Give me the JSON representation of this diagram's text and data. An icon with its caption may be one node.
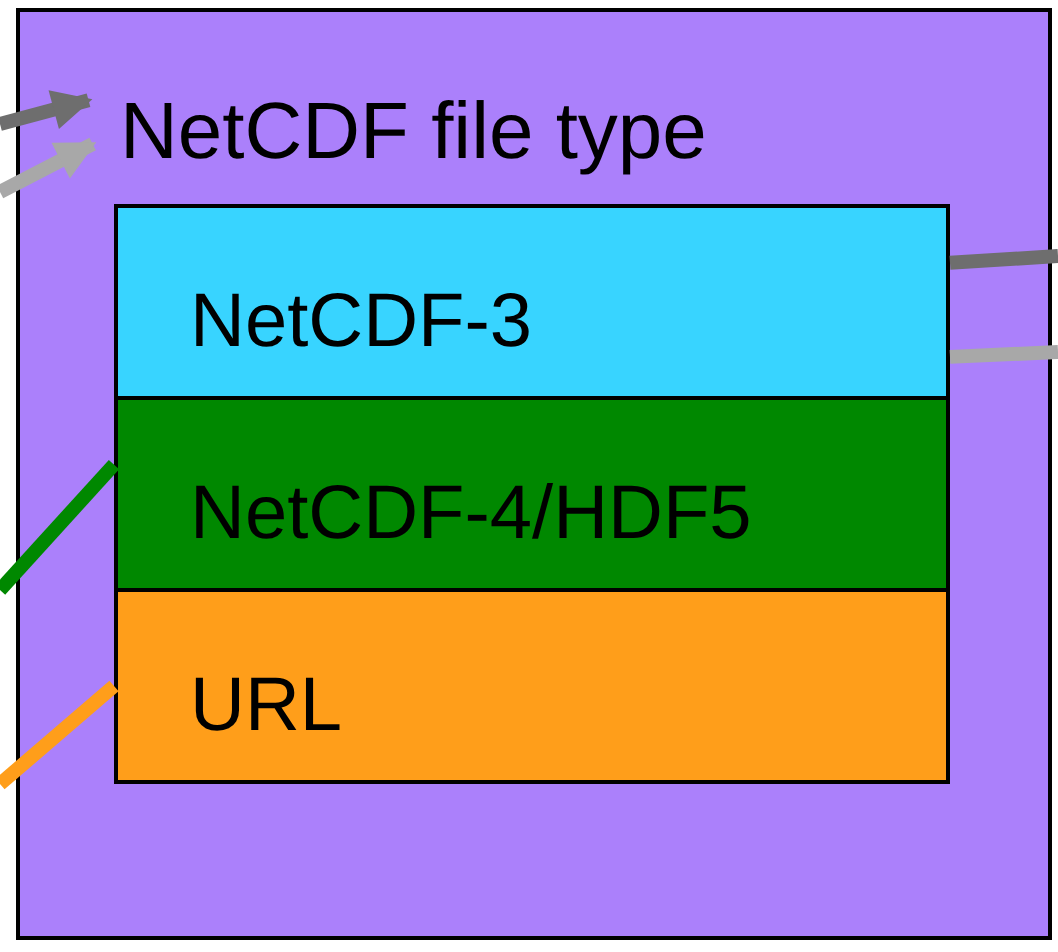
{
  "diagram": {
    "nodes": [
      {
        "text": [
          "NetCDF file type"
        ]
      },
      {
        "text": [
          "NetCDF-3"
        ],
        "in": 0
      },
      {
        "text": [
          "NetCDF-4/HDF5"
        ],
        "in": 0
      },
      {
        "text": [
          "URL"
        ],
        "in": 0
      }
    ],
    "edges": [
      {
        "from": null,
        "to": 0,
        "arrow": "to",
        "color": "#6e6e6e"
      },
      {
        "from": null,
        "to": 0,
        "arrow": "to",
        "color": "#a8a8a8"
      },
      {
        "from": 1,
        "to": null,
        "arrow": "none",
        "color": "#6e6e6e"
      },
      {
        "from": 1,
        "to": null,
        "arrow": "none",
        "color": "#a8a8a8"
      },
      {
        "from": 2,
        "to": null,
        "arrow": "none",
        "color": "#008800"
      },
      {
        "from": 3,
        "to": null,
        "arrow": "none",
        "color": "#ff9e1a"
      }
    ]
  }
}
